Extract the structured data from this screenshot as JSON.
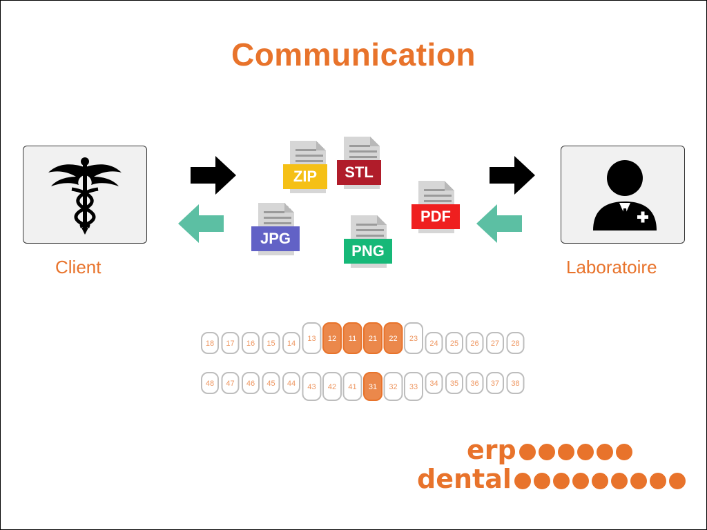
{
  "title": "Communication",
  "client": {
    "label": "Client",
    "icon": "caduceus-icon"
  },
  "lab": {
    "label": "Laboratoire",
    "icon": "doctor-icon"
  },
  "files": [
    {
      "ext": "ZIP",
      "color": "#f5c016"
    },
    {
      "ext": "STL",
      "color": "#b01c2a"
    },
    {
      "ext": "PDF",
      "color": "#ef1f1f"
    },
    {
      "ext": "JPG",
      "color": "#6262c6"
    },
    {
      "ext": "PNG",
      "color": "#16b878"
    }
  ],
  "teeth": {
    "upper": [
      "18",
      "17",
      "16",
      "15",
      "14",
      "13",
      "12",
      "11",
      "21",
      "22",
      "23",
      "24",
      "25",
      "26",
      "27",
      "28"
    ],
    "lower": [
      "48",
      "47",
      "46",
      "45",
      "44",
      "43",
      "42",
      "41",
      "31",
      "32",
      "33",
      "34",
      "35",
      "36",
      "37",
      "38"
    ],
    "highlighted": [
      "12",
      "11",
      "21",
      "22",
      "31"
    ]
  },
  "logo": {
    "line1": "erp",
    "line2": "dental",
    "dots1": 6,
    "dots2": 9
  },
  "colors": {
    "orange": "#e8732b",
    "teal": "#5cbfa3",
    "black": "#000000"
  }
}
